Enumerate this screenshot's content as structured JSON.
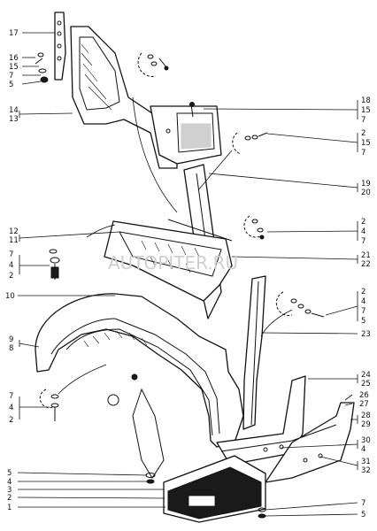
{
  "watermark": "AUTOPITER.RU",
  "labels_left": {
    "l17": "17",
    "l16": "16",
    "l15": "15",
    "l7": "7",
    "l5": "5",
    "l14": "14",
    "l13": "13",
    "l12": "12",
    "l11": "11",
    "l7b": "7",
    "l4": "4",
    "l2": "2",
    "l10": "10",
    "l9": "9",
    "l8": "8",
    "l7c": "7",
    "l4b": "4",
    "l2b": "2",
    "l5b": "5",
    "l4c": "4",
    "l3": "3",
    "l2c": "2",
    "l1": "1"
  },
  "labels_right": {
    "r18": "18",
    "r15": "15",
    "r7": "7",
    "r2": "2",
    "r15b": "15",
    "r7b": "7",
    "r19": "19",
    "r20": "20",
    "r2b": "2",
    "r4": "4",
    "r7c": "7",
    "r21": "21",
    "r22": "22",
    "r2c": "2",
    "r4b": "4",
    "r7d": "7",
    "r5": "5",
    "r23": "23",
    "r24": "24",
    "r25": "25",
    "r26": "26",
    "r27": "27",
    "r28": "28",
    "r29": "29",
    "r30": "30",
    "r4c": "4",
    "r31": "31",
    "r32": "32",
    "r7e": "7",
    "r5b": "5"
  }
}
